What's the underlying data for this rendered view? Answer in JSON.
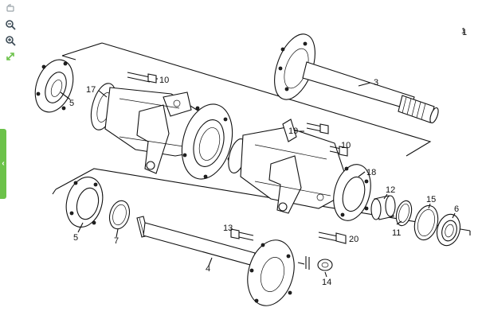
{
  "viewer": {
    "tools": [
      {
        "name": "rotate-icon"
      },
      {
        "name": "zoom-out-icon"
      },
      {
        "name": "zoom-in-icon"
      },
      {
        "name": "fullscreen-icon"
      }
    ],
    "side_tab_glyph": "‹",
    "accent_color": "#6cc24a"
  },
  "page": {
    "number": "1"
  },
  "callouts": {
    "c1": "1",
    "c2": "3",
    "c3": "5",
    "c4": "17",
    "c5": "10",
    "c6": "19",
    "c7": "10",
    "c8": "18",
    "c9": "12",
    "c10": "15",
    "c11": "6",
    "c12": "11",
    "c13": "5",
    "c14": "7",
    "c15": "13",
    "c16": "4",
    "c17": "20",
    "c18": "14"
  }
}
